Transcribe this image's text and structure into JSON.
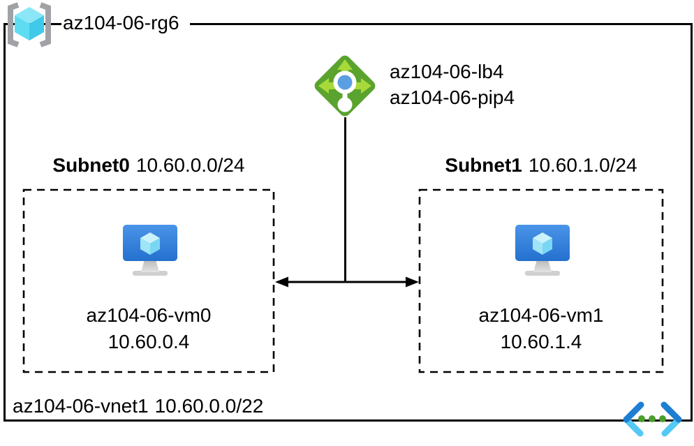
{
  "diagram": {
    "resource_group": {
      "label": "az104-06-rg6"
    },
    "load_balancer": {
      "name": "az104-06-lb4",
      "public_ip": "az104-06-pip4"
    },
    "subnets": [
      {
        "name": "Subnet0",
        "cidr": "10.60.0.0/24",
        "vm": {
          "name": "az104-06-vm0",
          "ip": "10.60.0.4"
        }
      },
      {
        "name": "Subnet1",
        "cidr": "10.60.1.0/24",
        "vm": {
          "name": "az104-06-vm1",
          "ip": "10.60.1.4"
        }
      }
    ],
    "vnet": {
      "name": "az104-06-vnet1",
      "cidr": "10.60.0.0/22"
    },
    "colors": {
      "line": "#000000",
      "lb_green": "#5AA32E",
      "lb_arrow_green": "#A8D93B",
      "lb_dot_blue": "#5B9FE3",
      "rg_bracket_gray": "#A0A2A5",
      "rg_cube_top": "#8BE7F6",
      "rg_cube_left": "#5EDCF2",
      "rg_cube_right": "#40C9E9",
      "vm_cube_top": "#CBF2FB",
      "vm_cube_left": "#9FE5F7",
      "vm_cube_right": "#7AD7F3",
      "vnet_dark_blue": "#1E7FD2",
      "vnet_light_blue": "#53C9F3",
      "vnet_dot_green": "#4C9F2D"
    }
  }
}
